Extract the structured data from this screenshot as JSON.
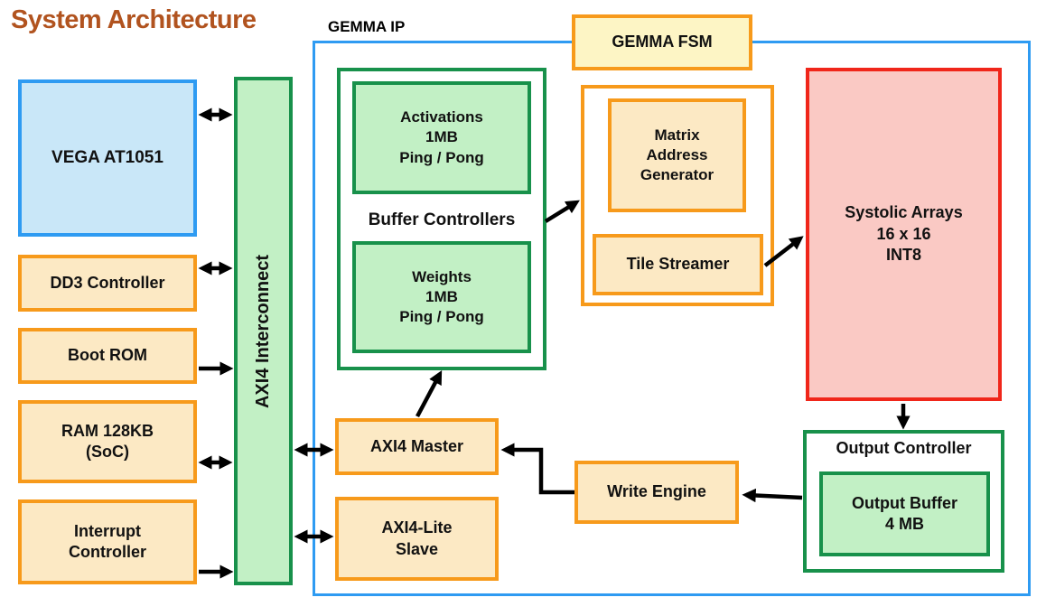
{
  "page": {
    "title": "System Architecture"
  },
  "soc": {
    "vega": "VEGA AT1051",
    "dd3_controller": "DD3 Controller",
    "boot_rom": "Boot ROM",
    "ram": "RAM 128KB\n(SoC)",
    "interrupt_controller": "Interrupt\nController",
    "axi4_interconnect": "AXI4 Interconnect"
  },
  "gemma_ip": {
    "label": "GEMMA IP",
    "fsm": "GEMMA FSM",
    "buffer_unit": {
      "label": "Buffer Controllers",
      "activations": "Activations\n1MB\nPing / Pong",
      "weights": "Weights\n1MB\nPing / Pong"
    },
    "matrix_unit": {
      "matrix_address_generator": "Matrix\nAddress\nGenerator",
      "tile_streamer": "Tile Streamer"
    },
    "systolic_arrays": "Systolic Arrays\n16 x 16\nINT8",
    "output_unit": {
      "label": "Output Controller",
      "output_buffer": "Output Buffer\n4 MB"
    },
    "axi4_master": "AXI4 Master",
    "axi4_lite_slave": "AXI4-Lite\nSlave",
    "write_engine": "Write Engine"
  },
  "connections": [
    {
      "from": "vega",
      "to": "axi4-interconnect",
      "type": "bidirectional"
    },
    {
      "from": "dd3-controller",
      "to": "axi4-interconnect",
      "type": "bidirectional"
    },
    {
      "from": "boot-rom",
      "to": "axi4-interconnect",
      "type": "unidirectional"
    },
    {
      "from": "ram",
      "to": "axi4-interconnect",
      "type": "bidirectional"
    },
    {
      "from": "interrupt-controller",
      "to": "axi4-interconnect",
      "type": "unidirectional"
    },
    {
      "from": "axi4-interconnect",
      "to": "axi4-master",
      "type": "bidirectional"
    },
    {
      "from": "axi4-interconnect",
      "to": "axi4-lite-slave",
      "type": "bidirectional"
    },
    {
      "from": "axi4-master",
      "to": "buffer-controllers",
      "type": "unidirectional"
    },
    {
      "from": "buffer-controllers",
      "to": "matrix-unit",
      "type": "unidirectional"
    },
    {
      "from": "tile-streamer",
      "to": "systolic-arrays",
      "type": "unidirectional"
    },
    {
      "from": "systolic-arrays",
      "to": "output-controller",
      "type": "unidirectional"
    },
    {
      "from": "output-controller",
      "to": "write-engine",
      "type": "unidirectional"
    },
    {
      "from": "write-engine",
      "to": "axi4-master",
      "type": "unidirectional"
    }
  ],
  "colors": {
    "title_text": "#b1531f",
    "blue_border": "#2e9bf2",
    "blue_fill": "#c9e7f8",
    "orange_border": "#f79a1b",
    "cream_fill": "#fce9c4",
    "yellow_fill": "#fdf5c5",
    "green_border": "#18914b",
    "green_fill": "#c2f0c5",
    "red_border": "#f0261a",
    "red_fill": "#fac9c4",
    "arrow": "#000000"
  }
}
